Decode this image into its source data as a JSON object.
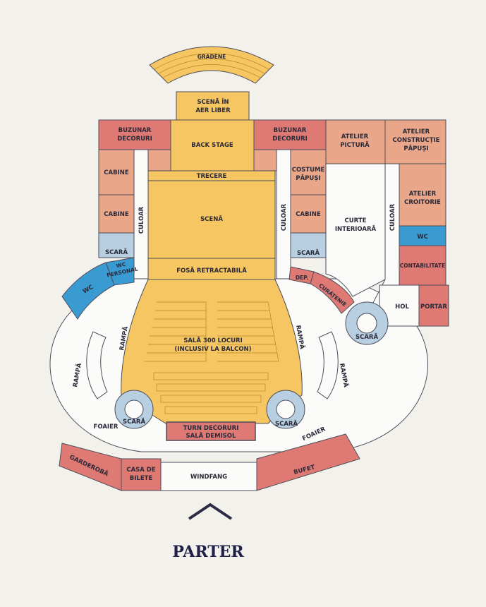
{
  "page_title": "PARTER",
  "colors": {
    "orange": "#f5c661",
    "salmon": "#e9a688",
    "red": "#de7a73",
    "blue": "#3a9ad2",
    "light_blue": "#b7cfe0",
    "white": "#fbfbfa",
    "outline": "#4d4d5a"
  },
  "rooms": {
    "gradene": "GRADENE",
    "scena_aer_liber": [
      "SCENĂ ÎN",
      "AER LIBER"
    ],
    "buzunar_left": [
      "BUZUNAR",
      "DECORURI"
    ],
    "buzunar_right": [
      "BUZUNAR",
      "DECORURI"
    ],
    "back_stage": "BACK STAGE",
    "trecere": "TRECERE",
    "scena": "SCENĂ",
    "cabine_1": "CABINE",
    "cabine_2": "CABINE",
    "cabine_3": "CABINE",
    "costume": [
      "COSTUME",
      "PĂPUȘI"
    ],
    "culoar_left": "CULOAR",
    "culoar_right": "CULOAR",
    "culoar_far": "CULOAR",
    "scara_top_left": "SCARĂ",
    "scara_top_right": "SCARĂ",
    "wc_personal": [
      "WC",
      "PERSONAL"
    ],
    "wc_left": "WC",
    "fosa": "FOSĂ RETRACTABILĂ",
    "dep": "DEP.",
    "curatenie": "CURĂȚENIE",
    "atelier_pictura": [
      "ATELIER",
      "PICTURĂ"
    ],
    "atelier_constructie": [
      "ATELIER",
      "CONSTRUCȚIE",
      "PĂPUȘI"
    ],
    "atelier_croitorie": [
      "ATELIER",
      "CROITORIE"
    ],
    "curte": [
      "CURTE",
      "INTERIOARĂ"
    ],
    "wc_right": "WC",
    "contabilitate": "CONTABILITATE",
    "hol": "HOL",
    "portar": "PORTAR",
    "scara_right": "SCARĂ",
    "sala": [
      "SALĂ 300 LOCURI",
      "(INCLUSIV LA BALCON)"
    ],
    "rampa_1": "RAMPĂ",
    "rampa_2": "RAMPĂ",
    "rampa_3": "RAMPĂ",
    "rampa_4": "RAMPĂ",
    "scara_bottom_left": "SCARĂ",
    "scara_bottom_right": "SCARĂ",
    "turn": [
      "TURN DECORURI",
      "SALĂ DEMISOL"
    ],
    "foaier_left": "FOAIER",
    "foaier_right": "FOAIER",
    "garderoba": "GARDEROBĂ",
    "casa_bilete": [
      "CASA DE",
      "BILETE"
    ],
    "windfang": "WINDFANG",
    "bufet": "BUFET"
  }
}
